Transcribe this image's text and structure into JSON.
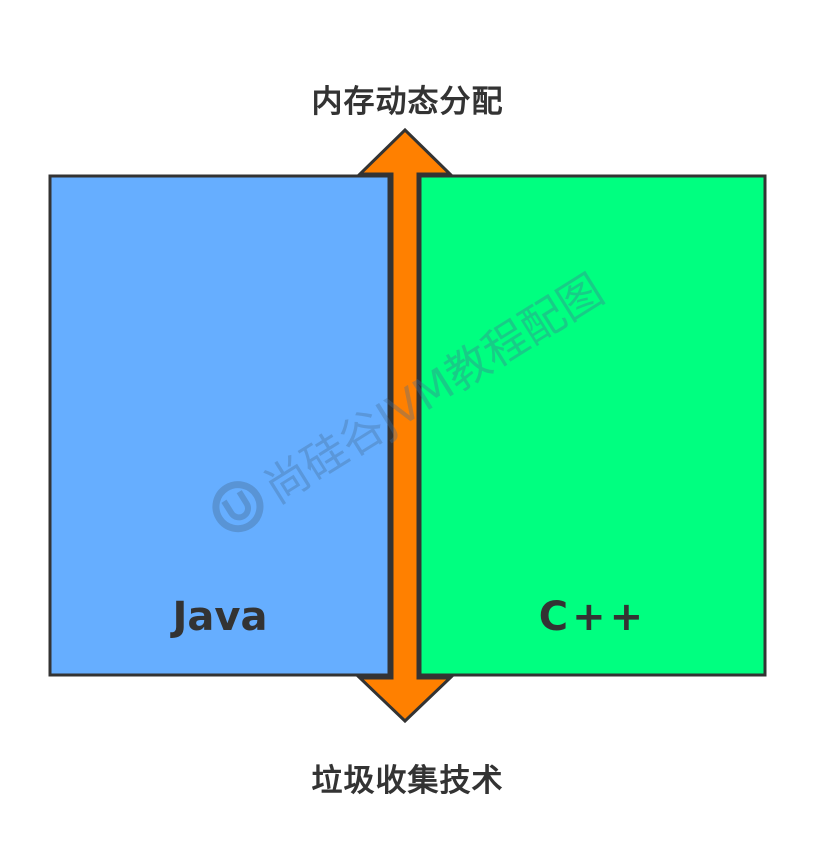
{
  "diagram": {
    "top_label": "内存动态分配",
    "bottom_label": "垃圾收集技术",
    "left_box": {
      "label": "Java",
      "color": "#66AEFF"
    },
    "right_box": {
      "label": "C++",
      "color": "#00FF80"
    },
    "arrow_color": "#FF8000",
    "border_color": "#333333"
  },
  "watermark": {
    "text": "尚硅谷JVM教程配图",
    "icon": "atguigu-logo-icon"
  }
}
